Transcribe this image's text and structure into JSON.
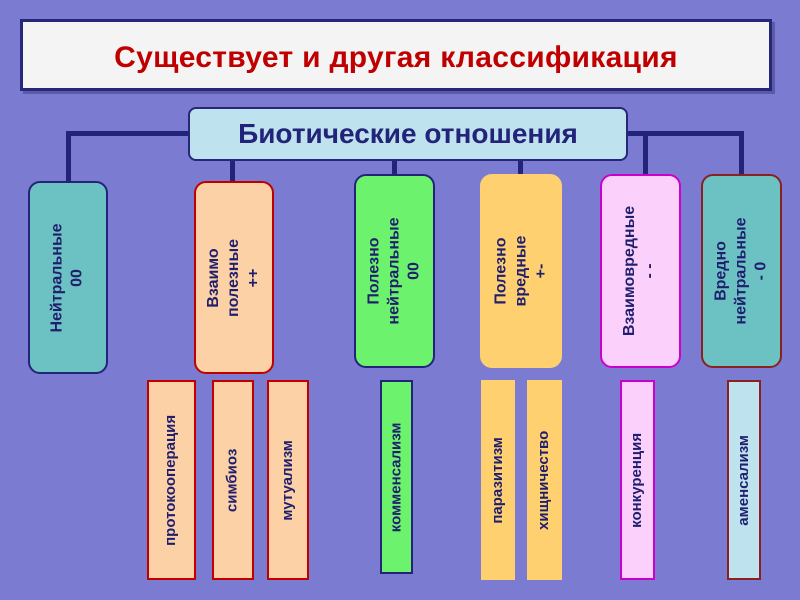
{
  "title": "Существует и другая классификация",
  "root": "Биотические отношения",
  "categories": [
    {
      "name": "Нейтральные\n00",
      "color": "#6cc2c2",
      "border": "#23237a"
    },
    {
      "name": "Взаимо\nполезные\n++",
      "color": "#fdd1a6",
      "border": "#c00000"
    },
    {
      "name": "Полезно\nнейтральные\n00",
      "color": "#6cf26c",
      "border": "#23237a"
    },
    {
      "name": "Полезно\nвредные\n+-",
      "color": "#ffd070",
      "border": "#ffd070"
    },
    {
      "name": "Взаимовредные\n- -",
      "color": "#fbd1fb",
      "border": "#cc00cc"
    },
    {
      "name": "Вредно\nнейтральные\n- 0",
      "color": "#6cc2c2",
      "border": "#8b2020"
    }
  ],
  "subtypes": [
    {
      "name": "протокооперация",
      "color": "#fdd1a6",
      "border": "#c00000"
    },
    {
      "name": "симбиоз",
      "color": "#fdd1a6",
      "border": "#c00000"
    },
    {
      "name": "мутуализм",
      "color": "#fdd1a6",
      "border": "#c00000"
    },
    {
      "name": "комменсализм",
      "color": "#6cf26c",
      "border": "#23237a"
    },
    {
      "name": "паразитизм",
      "color": "#ffd070",
      "border": "#ffd070"
    },
    {
      "name": "хищничество",
      "color": "#ffd070",
      "border": "#ffd070"
    },
    {
      "name": "конкуренция",
      "color": "#fbd1fb",
      "border": "#cc00cc"
    },
    {
      "name": "аменсализм",
      "color": "#bfe3ee",
      "border": "#8b2020"
    }
  ]
}
